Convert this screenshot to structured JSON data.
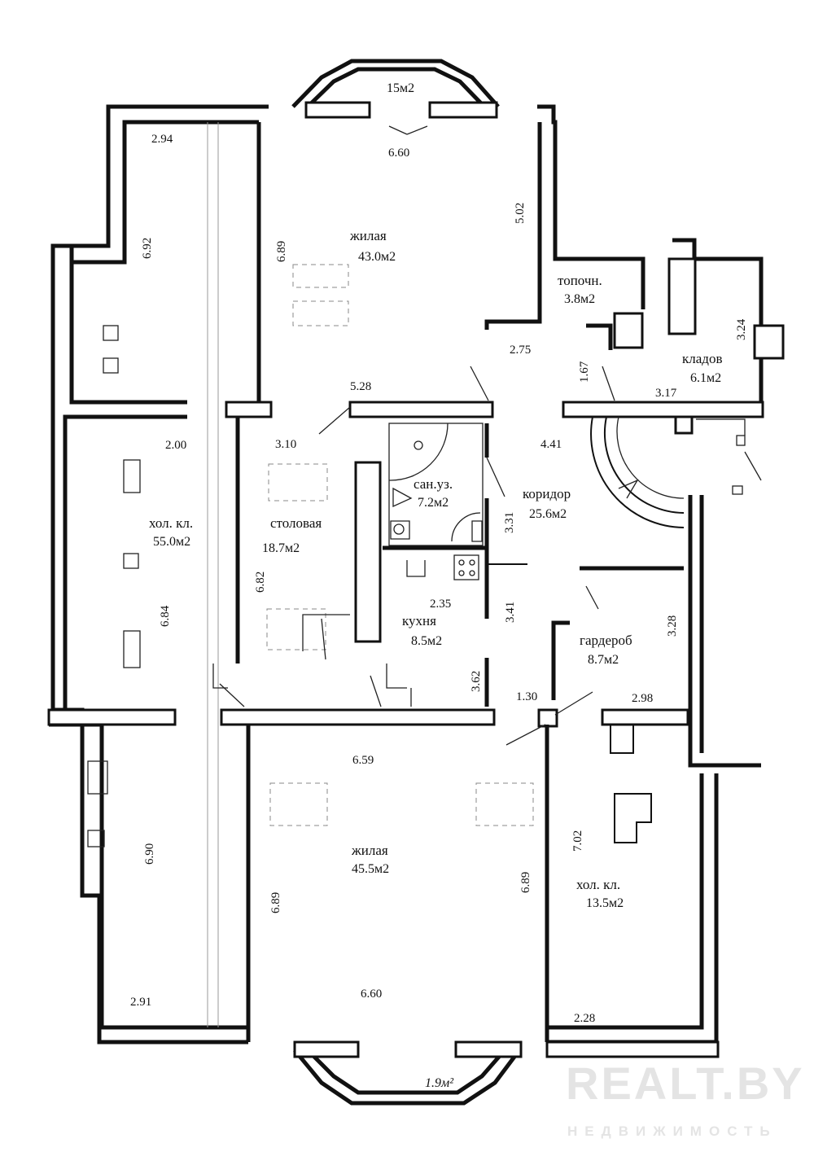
{
  "rooms": {
    "living_top": {
      "name": "жилая",
      "area": "43.0м2"
    },
    "bay_top": {
      "area": "15м2"
    },
    "furnace": {
      "name": "топочн.",
      "area": "3.8м2"
    },
    "storage": {
      "name": "кладов",
      "area": "6.1м2"
    },
    "bathroom": {
      "name": "сан.уз.",
      "area": "7.2м2"
    },
    "corridor": {
      "name": "коридор",
      "area": "25.6м2"
    },
    "cold_left": {
      "name": "хол. кл.",
      "area": "55.0м2"
    },
    "dining": {
      "name": "столовая",
      "area": "18.7м2"
    },
    "kitchen": {
      "name": "кухня",
      "area": "8.5м2"
    },
    "wardrobe": {
      "name": "гардероб",
      "area": "8.7м2"
    },
    "living_bottom": {
      "name": "жилая",
      "area": "45.5м2"
    },
    "cold_right": {
      "name": "хол. кл.",
      "area": "13.5м2"
    },
    "bay_bottom": {
      "area": "1.9м²"
    }
  },
  "dimensions": {
    "d_2_94": "2.94",
    "d_6_60_top": "6.60",
    "d_5_02": "5.02",
    "d_6_92": "6.92",
    "d_6_89_top": "6.89",
    "d_2_75": "2.75",
    "d_3_24": "3.24",
    "d_1_67": "1.67",
    "d_3_17": "3.17",
    "d_5_28": "5.28",
    "d_2_00": "2.00",
    "d_3_10": "3.10",
    "d_4_41": "4.41",
    "d_3_31": "3.31",
    "d_6_82": "6.82",
    "d_6_84": "6.84",
    "d_2_35": "2.35",
    "d_3_41": "3.41",
    "d_3_28": "3.28",
    "d_3_62": "3.62",
    "d_1_30": "1.30",
    "d_2_98": "2.98",
    "d_6_59": "6.59",
    "d_6_90": "6.90",
    "d_7_02": "7.02",
    "d_6_89_left": "6.89",
    "d_6_89_right": "6.89",
    "d_2_91": "2.91",
    "d_6_60_bottom": "6.60",
    "d_2_28": "2.28"
  },
  "watermark": {
    "brand": "REALT.BY",
    "tagline": "НЕДВИЖИМОСТЬ"
  }
}
